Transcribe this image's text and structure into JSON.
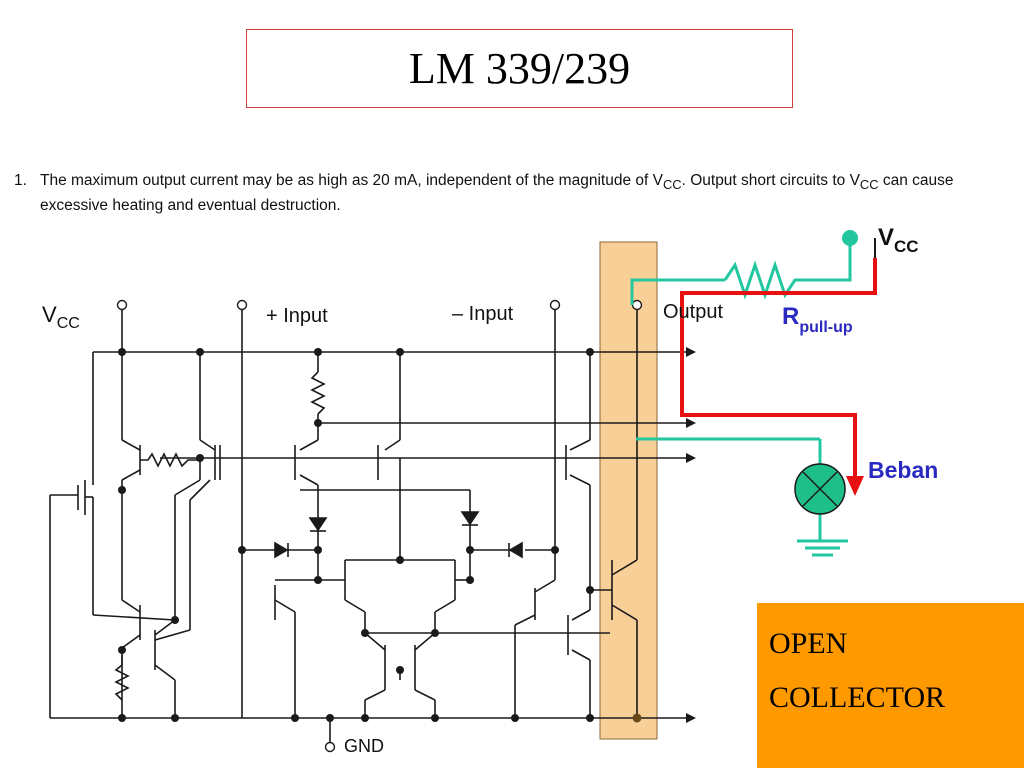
{
  "title": "LM 339/239",
  "note": {
    "number": "1.",
    "text_a": "The maximum output current may be as high as 20 mA, independent of the magnitude of V",
    "text_b": ". Output short circuits to V",
    "text_c": " can cause excessive heating and eventual destruction.",
    "cc_sub": "CC"
  },
  "labels": {
    "vcc_main": "V",
    "vcc_main_sub": "CC",
    "plus_input": "+ Input",
    "minus_input": "– Input",
    "output": "Output",
    "gnd": "GND",
    "vcc_right": "V",
    "vcc_right_sub": "CC",
    "rpullup": "R",
    "rpullup_sub": "pull-up",
    "beban": "Beban"
  },
  "open_collector": {
    "line1": "OPEN",
    "line2": "COLLECTOR"
  },
  "colors": {
    "wire": "#1a1a1a",
    "teal": "#22c7a0",
    "red": "#e81010",
    "highlight": "#f8cf96",
    "blue_label": "#2a2ac0",
    "orange": "#ff9900",
    "lamp": "#1fbf8a"
  }
}
